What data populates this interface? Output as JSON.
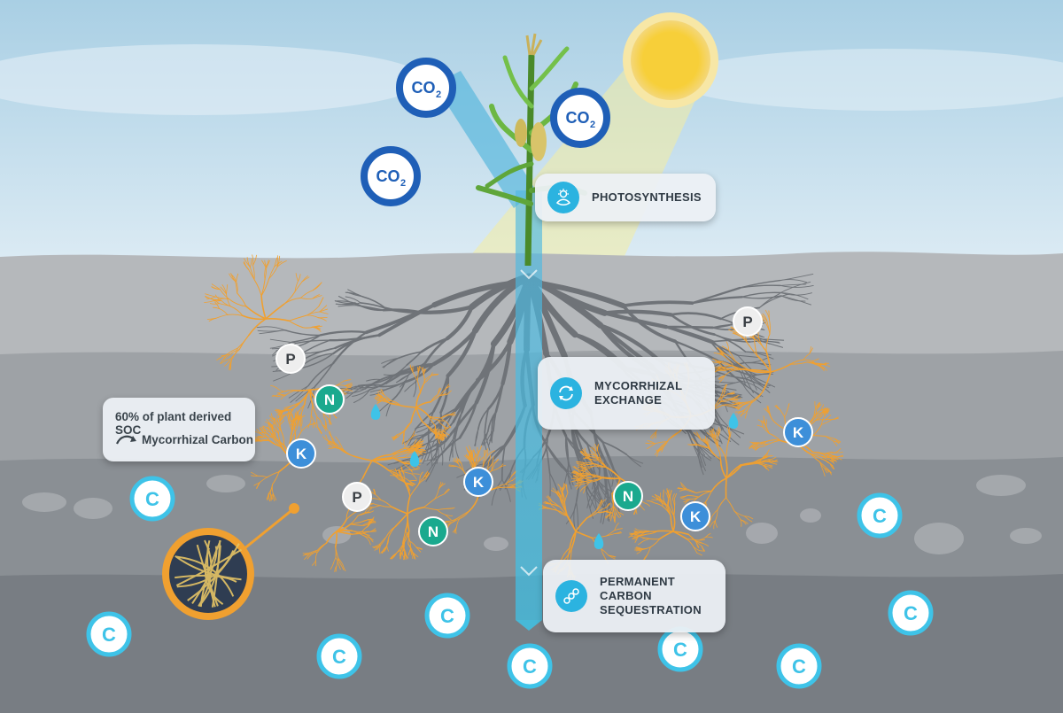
{
  "labels": {
    "photosynthesis": "PHOTOSYNTHESIS",
    "mycorrhizal_exchange": "MYCORRHIZAL\nEXCHANGE",
    "permanent_carbon": "PERMANENT CARBON\nSEQUESTRATION"
  },
  "soc_note": {
    "line1": "60% of plant derived SOC",
    "line2": "Mycorrhizal Carbon"
  },
  "co2_badges": [
    {
      "main": "CO",
      "sub": "2"
    },
    {
      "main": "CO",
      "sub": "2"
    },
    {
      "main": "CO",
      "sub": "2"
    }
  ],
  "nutrients": [
    "P",
    "P",
    "P",
    "N",
    "N",
    "N",
    "K",
    "K",
    "K",
    "K"
  ],
  "carbon_symbol": "C",
  "colors": {
    "sky_top": "#a9cfe4",
    "sky_bottom": "#dcebf4",
    "soil_1": "#b5b8bb",
    "soil_2": "#9ea2a6",
    "soil_3": "#8a8f94",
    "soil_4": "#787d83",
    "roots": "#6f7378",
    "hyphae": "#f0a030",
    "co2_ring": "#1f5fb7",
    "carbon_ring": "#3ec3e8",
    "water": "#3ec3e8",
    "sun": "#f7cf39",
    "nutrient_P": "#eeeeee",
    "nutrient_N": "#1aa98e",
    "nutrient_K": "#3d8fd9",
    "icon_bg": "#2bb3e0"
  },
  "icons": [
    "sun-leaf-icon",
    "cycle-arrows-icon",
    "molecule-chain-icon",
    "curved-arrow-icon"
  ]
}
